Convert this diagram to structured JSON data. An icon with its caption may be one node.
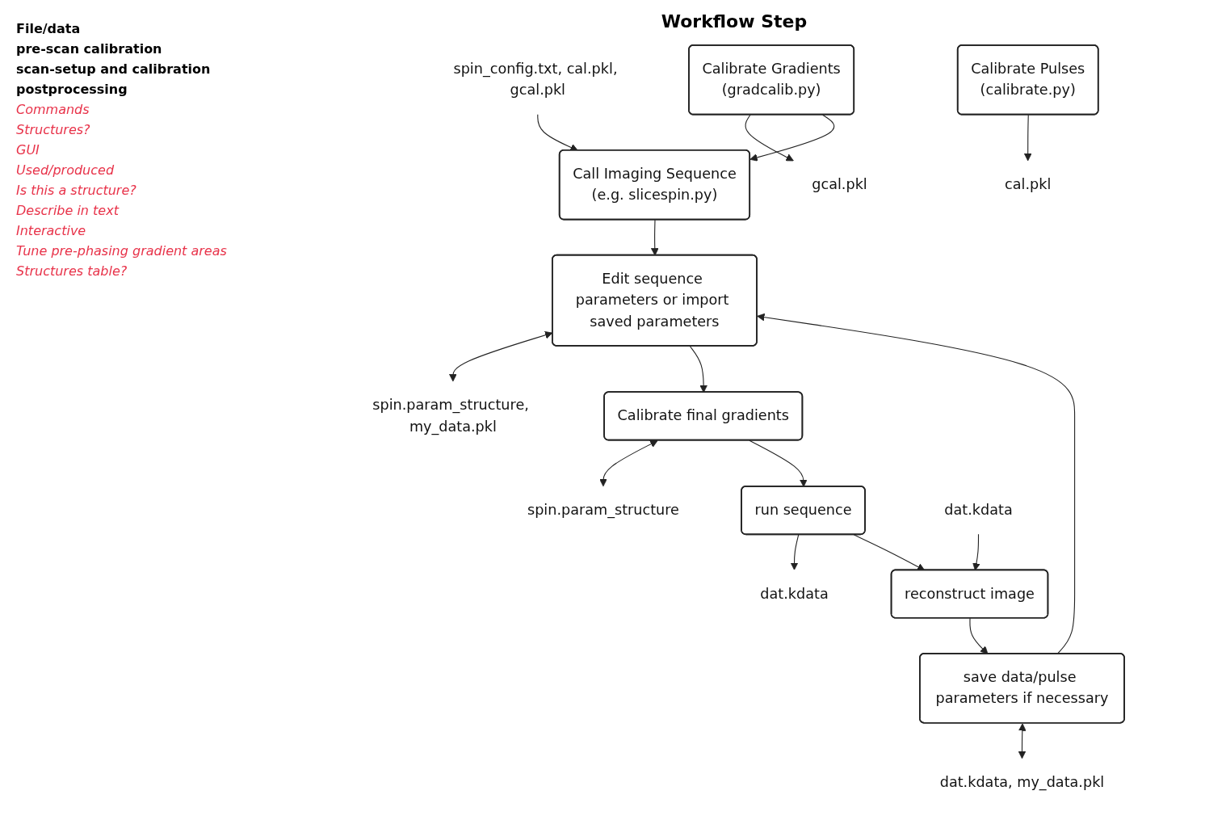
{
  "diagram": {
    "title": "Workflow Step",
    "nodes": [
      {
        "text": [
          "Calibrate Pulses",
          "(calibrate.py)"
        ]
      },
      {
        "text": [
          "Calibrate Gradients",
          "(gradcalib.py)"
        ]
      },
      {
        "text": [
          "Call Imaging Sequence",
          "(e.g. slicespin.py)"
        ]
      },
      {
        "text": [
          "Edit sequence parameters or import saved parameters"
        ]
      },
      {
        "text": [
          "Calibrate final gradients"
        ]
      },
      {
        "text": [
          "run sequence"
        ]
      },
      {
        "text": [
          "reconstruct image"
        ]
      },
      {
        "text": [
          "save data/pulse parameters if necessary"
        ]
      },
      {
        "text": [
          "cal.pkl"
        ]
      },
      {
        "text": [
          "gcal.pkl"
        ]
      },
      {
        "text": [
          "spin_config.txt, cal.pkl, gcal.pkl"
        ]
      },
      {
        "text": [
          "spin.param_structure, my_data.pkl"
        ]
      },
      {
        "text": [
          "spin.param_structure"
        ]
      },
      {
        "text": [
          "dat.kdata"
        ]
      },
      {
        "text": [
          "dat.kdata"
        ]
      },
      {
        "text": [
          "dat.kdata, my_data.pkl"
        ]
      }
    ],
    "edges": [
      {
        "from": 0,
        "to": 8,
        "arrow": "to"
      },
      {
        "from": 1,
        "to": 9,
        "arrow": "to"
      },
      {
        "from": 1,
        "to": 2,
        "arrow": "to"
      },
      {
        "from": 10,
        "to": 2,
        "arrow": "to"
      },
      {
        "from": 2,
        "to": 3,
        "arrow": "to"
      },
      {
        "from": 3,
        "to": 11,
        "arrow": "both"
      },
      {
        "from": 3,
        "to": 4,
        "arrow": "to"
      },
      {
        "from": 4,
        "to": 12,
        "arrow": "both"
      },
      {
        "from": 4,
        "to": 5,
        "arrow": "to"
      },
      {
        "from": 5,
        "to": 13,
        "arrow": "to"
      },
      {
        "from": 5,
        "to": 6,
        "arrow": "to"
      },
      {
        "from": 14,
        "to": 6,
        "arrow": "to"
      },
      {
        "from": 6,
        "to": 7,
        "arrow": "to"
      },
      {
        "from": 7,
        "to": 15,
        "arrow": "both"
      },
      {
        "from": 7,
        "to": 3,
        "arrow": "to"
      }
    ],
    "labels": [
      "File/data",
      "pre-scan calibration",
      "scan-setup and calibration",
      "postprocessing",
      "Commands",
      "Structures?",
      "GUI",
      "Used/produced",
      "Is this a structure?",
      "Describe in text",
      "Interactive",
      "Tune pre-phasing gradient areas",
      "Structures table?"
    ]
  }
}
